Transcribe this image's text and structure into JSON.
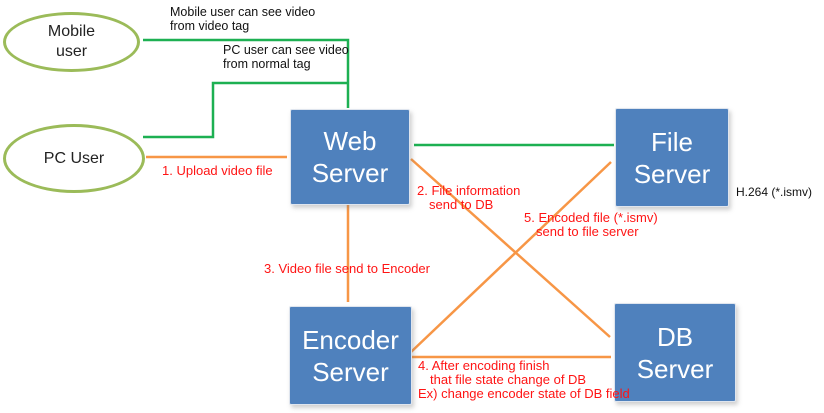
{
  "colors": {
    "node_fill": "#4f81bd",
    "node_text": "#ffffff",
    "actor_border": "#9bbb59",
    "green_arrow": "#1db052",
    "orange_arrow": "#f79646",
    "label_red": "#ff1414"
  },
  "actors": [
    {
      "id": "mobile-user",
      "line1": "Mobile",
      "line2": "user"
    },
    {
      "id": "pc-user",
      "line1": "PC User"
    }
  ],
  "nodes": [
    {
      "id": "web-server",
      "line1": "Web",
      "line2": "Server"
    },
    {
      "id": "file-server",
      "line1": "File",
      "line2": "Server"
    },
    {
      "id": "encoder-server",
      "line1": "Encoder",
      "line2": "Server"
    },
    {
      "id": "db-server",
      "line1": "DB",
      "line2": "Server"
    }
  ],
  "annotations": {
    "mobile_tag": {
      "l1": "Mobile user can see video",
      "l2": "from video tag"
    },
    "pc_tag": {
      "l1": "PC user can see video",
      "l2": "from normal tag"
    },
    "h264": "H.264 (*.ismv)",
    "step1": {
      "l1": "1. Upload video file"
    },
    "step2": {
      "l1": "2. File information",
      "l2": "send to DB"
    },
    "step3": {
      "l1": "3. Video file send to Encoder"
    },
    "step4": {
      "l1": "4. After encoding finish",
      "l2": "that file state change of DB",
      "l3": "Ex) change encoder state of DB field"
    },
    "step5": {
      "l1": "5. Encoded file (*.ismv)",
      "l2": "send to file server"
    }
  }
}
